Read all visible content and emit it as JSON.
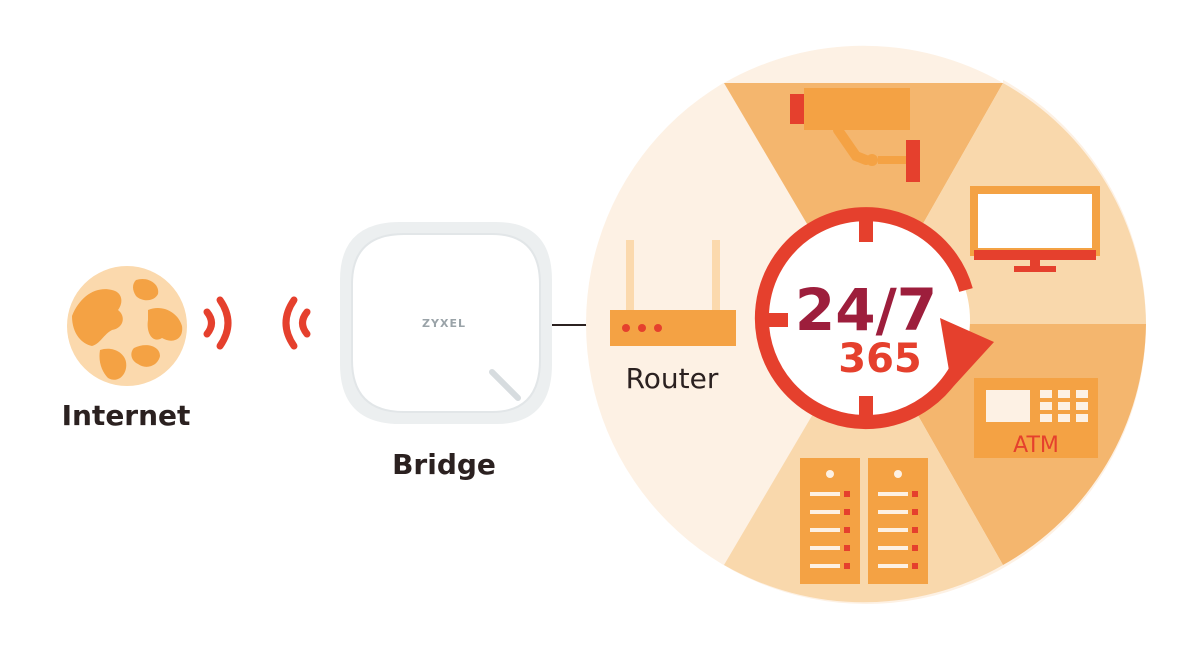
{
  "nodes": {
    "internet": "Internet",
    "bridge": "Bridge",
    "brand": "ZYXEL",
    "router": "Router"
  },
  "availability": {
    "hours": "24/7",
    "days": "365"
  },
  "devices": {
    "atm": "ATM"
  },
  "icons": [
    "globe-icon",
    "wifi-signal-icon",
    "bridge-device-icon",
    "router-icon",
    "security-camera-icon",
    "monitor-icon",
    "atm-icon",
    "server-icon",
    "refresh-cycle-icon"
  ],
  "colors": {
    "accent_red": "#e5402d",
    "dark_red": "#9d1e3c",
    "orange": "#f4a244",
    "peach_light": "#fdf1e4",
    "peach_mid": "#f9d8ac",
    "peach_dark": "#f4b66e",
    "text": "#2b2120"
  }
}
